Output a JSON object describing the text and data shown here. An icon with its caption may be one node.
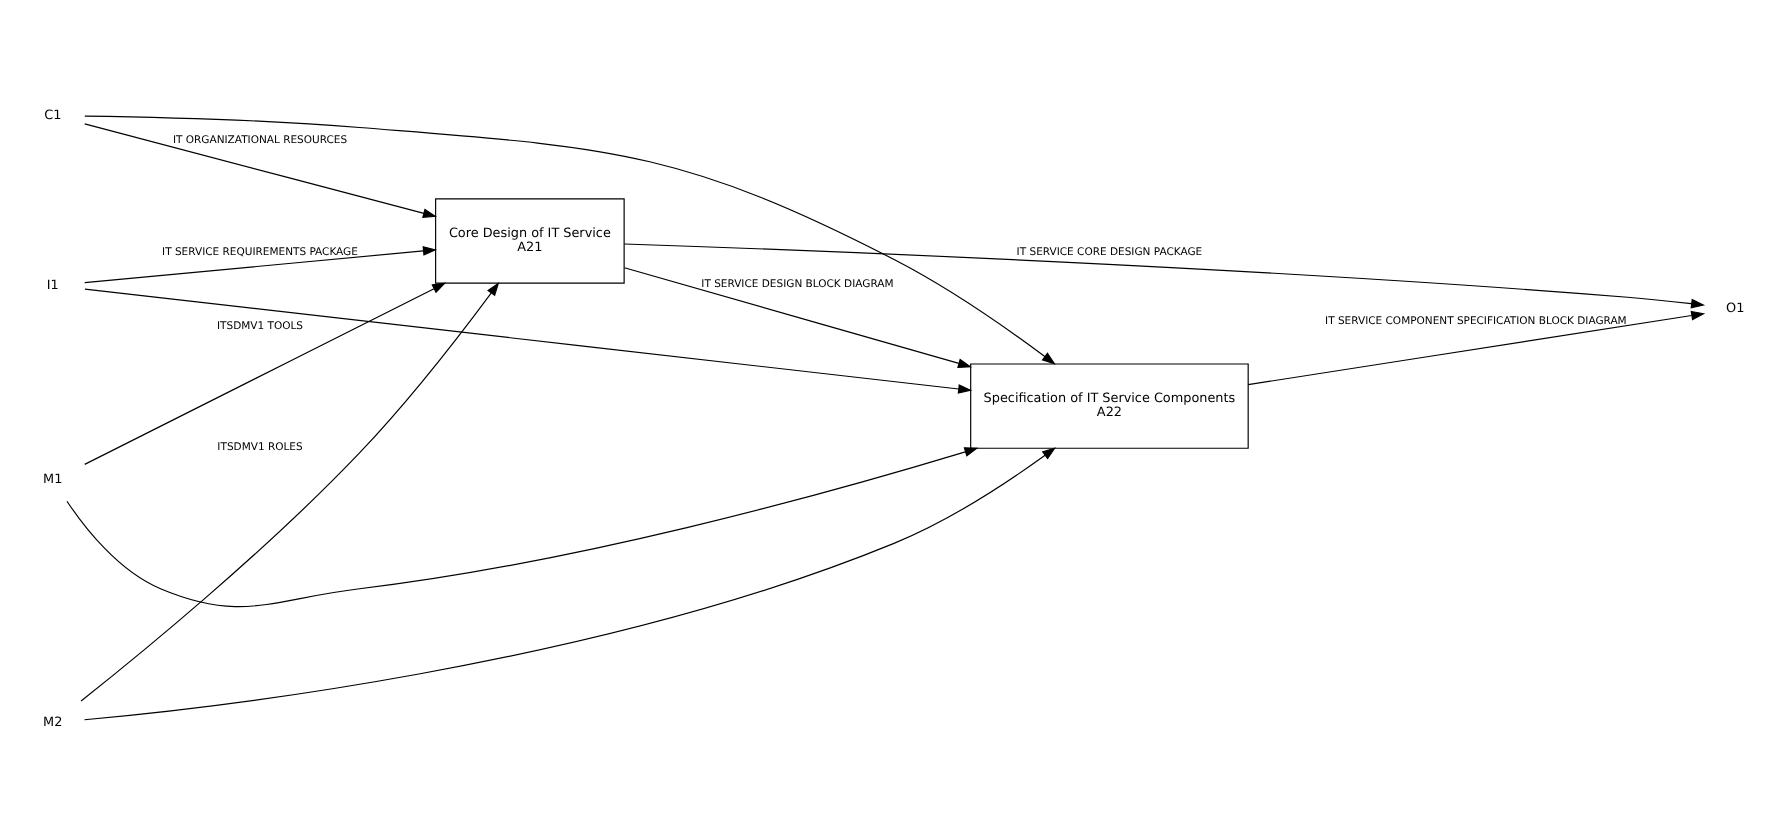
{
  "diagram": {
    "nodes": [
      {
        "text": [
          "I1"
        ]
      },
      {
        "text": [
          "C1"
        ]
      },
      {
        "text": [
          "Core Design of IT Service",
          "A21"
        ]
      },
      {
        "text": [
          "Specification of IT Service Components",
          "A22"
        ]
      },
      {
        "text": [
          "O1"
        ]
      },
      {
        "text": [
          "M1"
        ]
      },
      {
        "text": [
          "M2"
        ]
      }
    ],
    "edges": [
      {
        "from": 0,
        "to": 2,
        "arrow": "to",
        "label": "IT SERVICE REQUIREMENTS PACKAGE"
      },
      {
        "from": 0,
        "to": 3,
        "arrow": "to"
      },
      {
        "from": 1,
        "to": 2,
        "arrow": "to",
        "label": "IT ORGANIZATIONAL RESOURCES"
      },
      {
        "from": 1,
        "to": 3,
        "arrow": "to"
      },
      {
        "from": 2,
        "to": 3,
        "arrow": "to",
        "label": "IT SERVICE DESIGN BLOCK DIAGRAM"
      },
      {
        "from": 2,
        "to": 4,
        "arrow": "to",
        "label": "IT SERVICE CORE DESIGN PACKAGE"
      },
      {
        "from": 3,
        "to": 4,
        "arrow": "to",
        "label": "IT SERVICE COMPONENT SPECIFICATION BLOCK DIAGRAM"
      },
      {
        "from": 5,
        "to": 2,
        "arrow": "to",
        "label": "ITSDMV1 TOOLS"
      },
      {
        "from": 5,
        "to": 3,
        "arrow": "to"
      },
      {
        "from": 6,
        "to": 2,
        "arrow": "to",
        "label": "ITSDMV1 ROLES"
      },
      {
        "from": 6,
        "to": 3,
        "arrow": "to"
      }
    ]
  }
}
